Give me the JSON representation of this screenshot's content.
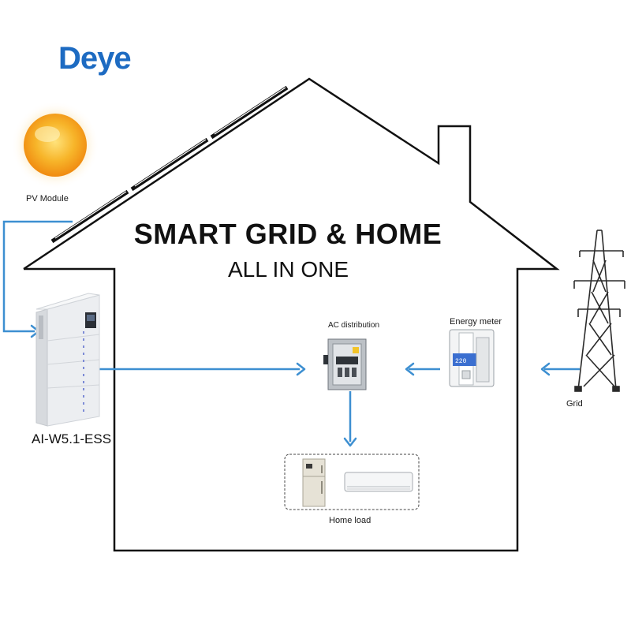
{
  "brand": {
    "logo_text": "Deye",
    "color": "#1d6bc2"
  },
  "title": "SMART GRID &  HOME",
  "subtitle": "ALL IN ONE",
  "components": {
    "pv_module": {
      "label": "PV Module",
      "icon": "sun-icon"
    },
    "battery": {
      "label": "AI-W5.1-ESS",
      "icon": "battery-cabinet-icon"
    },
    "ac_distribution": {
      "label": "AC distribution",
      "icon": "ac-distribution-box-icon"
    },
    "energy_meter": {
      "label": "Energy meter",
      "icon": "energy-meter-icon"
    },
    "grid": {
      "label": "Grid",
      "icon": "transmission-tower-icon"
    },
    "home_load": {
      "label": "Home load",
      "icons": [
        "refrigerator-icon",
        "air-conditioner-icon"
      ]
    }
  },
  "colors": {
    "flow_line": "#3d8fd1",
    "house_outline": "#111111",
    "sun": "#f6a51a"
  }
}
